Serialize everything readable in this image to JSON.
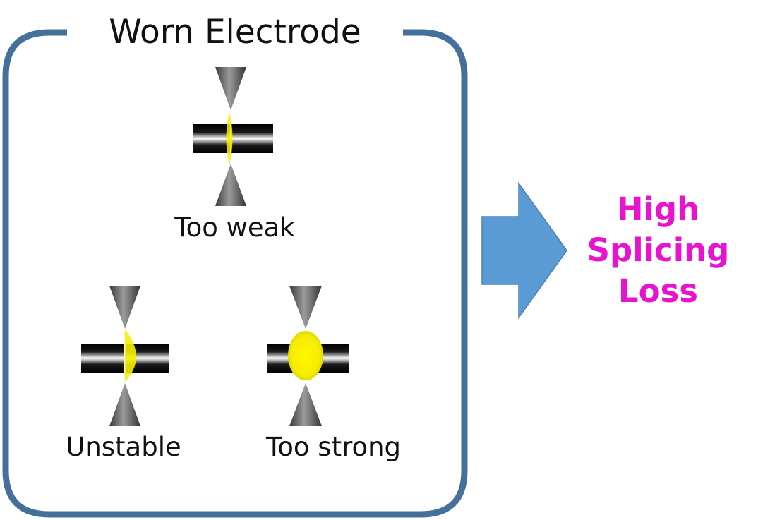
{
  "panel": {
    "title": "Worn Electrode",
    "border_color": "#46709c"
  },
  "cases": [
    {
      "id": "weak",
      "label": "Too weak"
    },
    {
      "id": "unstable",
      "label": "Unstable"
    },
    {
      "id": "strong",
      "label": "Too strong"
    }
  ],
  "arrow": {
    "color": "#5b9bd5",
    "outline": "#4d7fb3"
  },
  "result": {
    "lines": [
      "High",
      "Splicing",
      "Loss"
    ],
    "color": "#e813cf"
  },
  "colors": {
    "arc": "#f6f000",
    "fiber": "#000000",
    "electrode": "#6b6b6b"
  }
}
